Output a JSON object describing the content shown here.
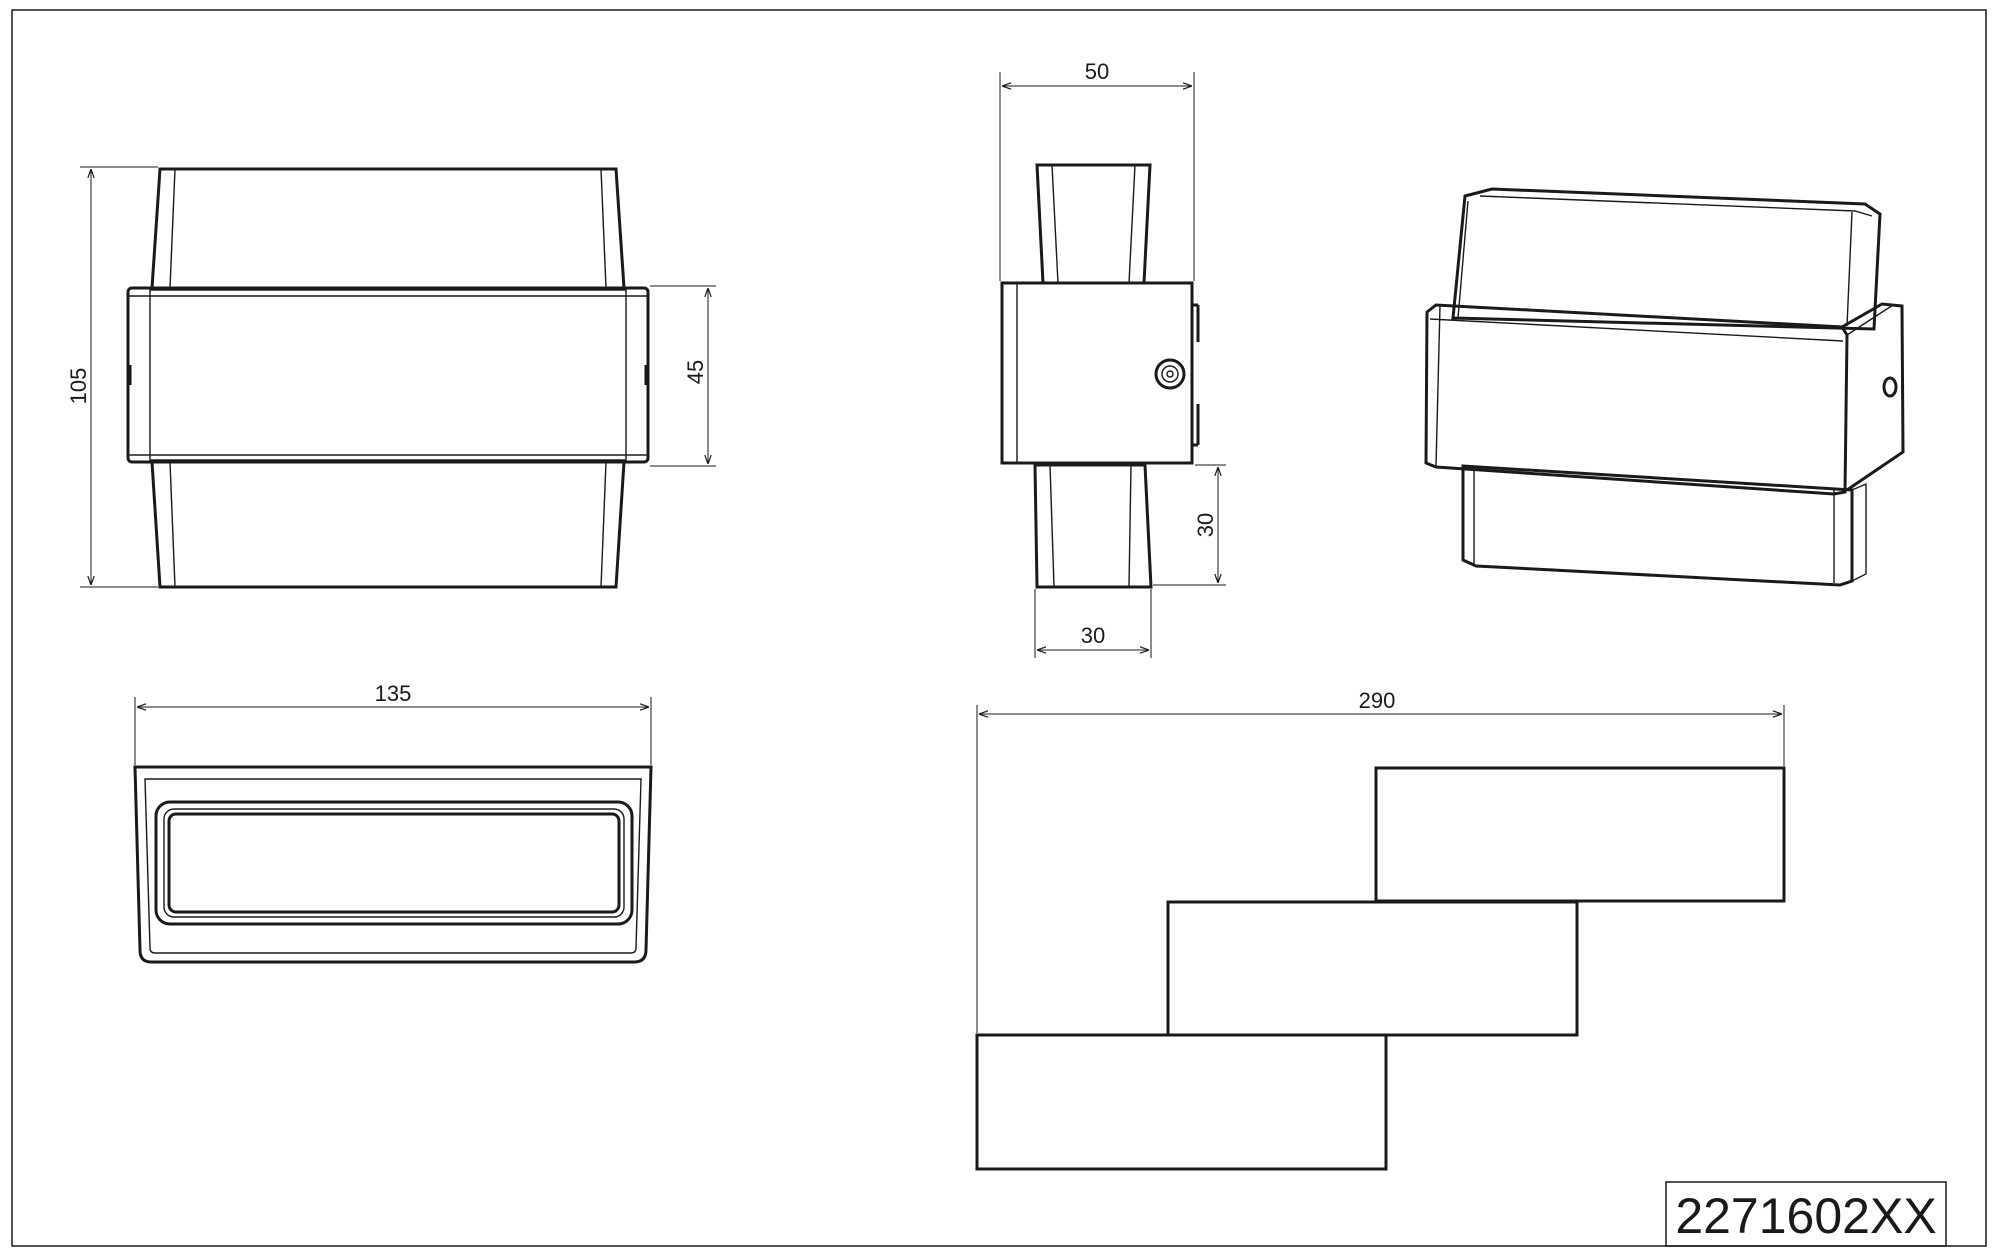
{
  "drawing": {
    "article_number": "2271602XX",
    "dimensions": {
      "front_height": "105",
      "front_center_height": "45",
      "side_depth": "50",
      "side_lower_height": "30",
      "side_lower_width": "30",
      "bottom_width": "135",
      "arrangement_width": "290"
    }
  }
}
